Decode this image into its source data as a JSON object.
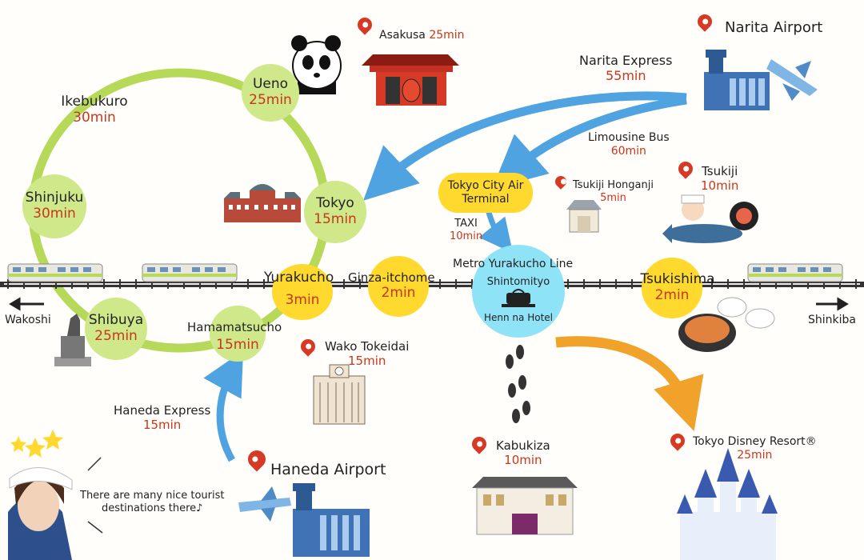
{
  "loop_stations": [
    {
      "name": "Ueno",
      "time": "25min"
    },
    {
      "name": "Ikebukuro",
      "time": "30min"
    },
    {
      "name": "Shinjuku",
      "time": "30min"
    },
    {
      "name": "Tokyo",
      "time": "15min"
    },
    {
      "name": "Shibuya",
      "time": "25min"
    },
    {
      "name": "Hamamatsucho",
      "time": "15min"
    }
  ],
  "line_stations": [
    {
      "name": "Yurakucho",
      "time": "3min"
    },
    {
      "name": "Ginza-itchome",
      "time": "2min"
    },
    {
      "name": "Tsukishima",
      "time": "2min"
    }
  ],
  "hotel": {
    "line": "Metro Yurakucho Line",
    "station": "Shintomityo",
    "name": "Henn na Hotel"
  },
  "direction_left": "Wakoshi",
  "direction_right": "Shinkiba",
  "city_air_terminal": {
    "name": "Tokyo City Air Terminal"
  },
  "taxi": {
    "label": "TAXI",
    "time": "10min"
  },
  "narita": {
    "name": "Narita Airport"
  },
  "narita_express": {
    "label": "Narita Express",
    "time": "55min"
  },
  "limousine_bus": {
    "label": "Limousine Bus",
    "time": "60min"
  },
  "haneda": {
    "name": "Haneda Airport"
  },
  "haneda_express": {
    "label": "Haneda Express",
    "time": "15min"
  },
  "landmarks": {
    "asakusa": {
      "name": "Asakusa",
      "time": "25min"
    },
    "tsukiji_honganji": {
      "name": "Tsukiji Honganji",
      "time": "5min"
    },
    "tsukiji": {
      "name": "Tsukiji",
      "time": "10min"
    },
    "wako": {
      "name": "Wako Tokeidai",
      "time": "15min"
    },
    "kabukiza": {
      "name": "Kabukiza",
      "time": "10min"
    },
    "disney": {
      "name": "Tokyo Disney Resort®",
      "time": "25min"
    }
  },
  "guide_speech": {
    "line1": "There are many nice tourist",
    "line2": "destinations there♪"
  },
  "colors": {
    "loop": "#b7d95a",
    "yellow": "#ffd92e",
    "cyan": "#8fe3f7",
    "arrow_blue": "#4fa3e0",
    "arrow_orange": "#f0a22a",
    "red": "#c8361b"
  }
}
